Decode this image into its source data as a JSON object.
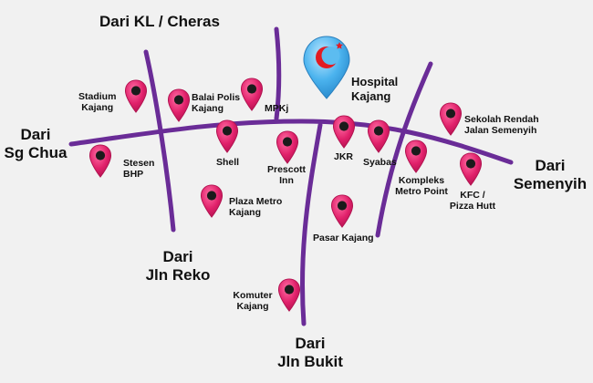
{
  "directions": {
    "kl_cheras": "Dari KL / Cheras",
    "sg_chua": [
      "Dari",
      "Sg Chua"
    ],
    "semenyih": [
      "Dari",
      "Semenyih"
    ],
    "jln_reko": [
      "Dari",
      "Jln Reko"
    ],
    "jln_bukit": [
      "Dari",
      "Jln Bukit"
    ]
  },
  "places": {
    "hospital": [
      "Hospital",
      "Kajang"
    ],
    "stadium": [
      "Stadium",
      "Kajang"
    ],
    "balai_polis": [
      "Balai Polis",
      "Kajang"
    ],
    "mpkj": "MPKj",
    "sekolah": [
      "Sekolah Rendah",
      "Jalan Semenyih"
    ],
    "shell": "Shell",
    "prescott": [
      "Prescott",
      "Inn"
    ],
    "jkr": "JKR",
    "syabas": "Syabas",
    "stesen_bhp": [
      "Stesen",
      "BHP"
    ],
    "kompleks": [
      "Kompleks",
      "Metro Point"
    ],
    "kfc": [
      "KFC /",
      "Pizza Hutt"
    ],
    "plaza_metro": [
      "Plaza Metro",
      "Kajang"
    ],
    "pasar": "Pasar Kajang",
    "komuter": [
      "Komuter",
      "Kajang"
    ]
  },
  "colors": {
    "road": "#6a2c97",
    "pin": "#e0206a",
    "hospital_marker": "#4bb3ee",
    "hospital_crescent": "#e21b23"
  }
}
